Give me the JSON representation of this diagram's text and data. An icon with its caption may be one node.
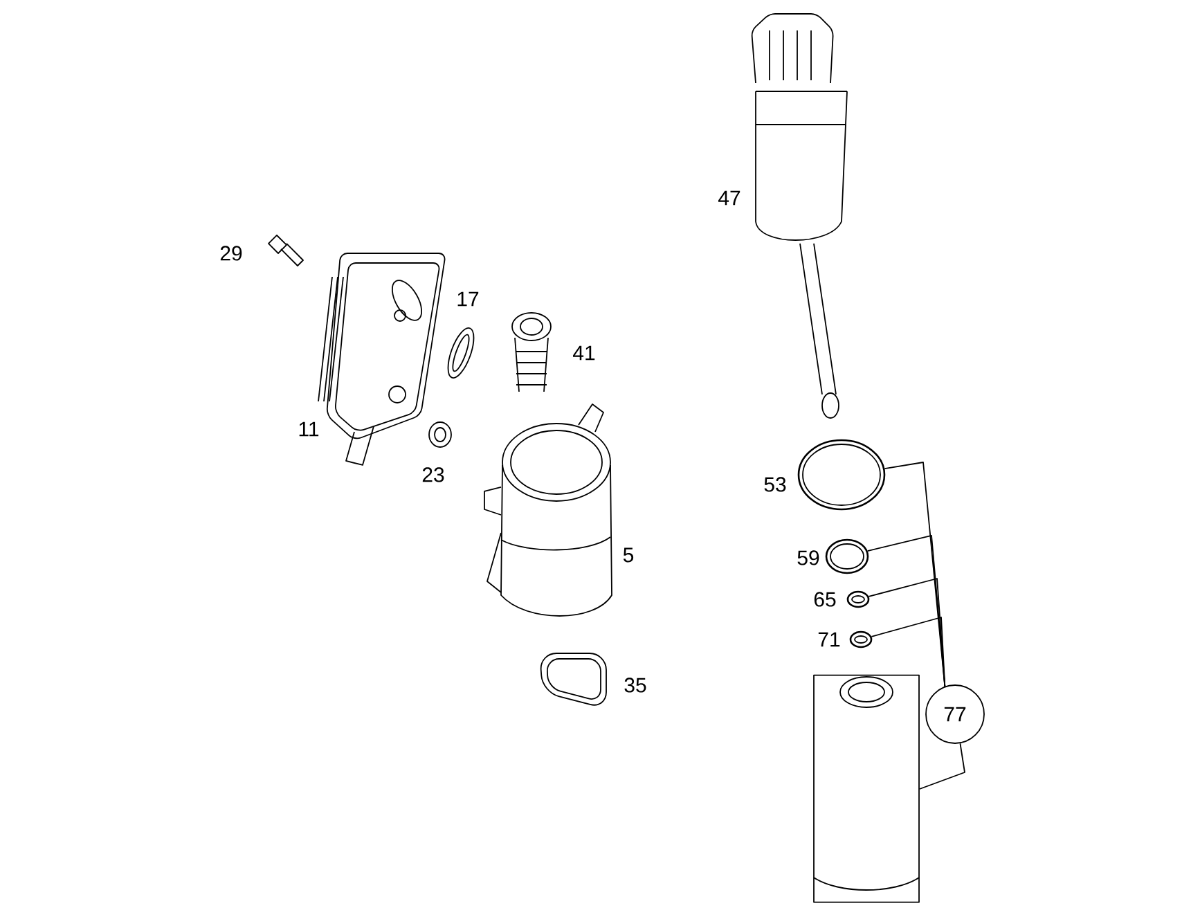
{
  "diagram": {
    "nodes": [
      {
        "text": [
          "77"
        ]
      },
      {
        "text": [],
        "shape": "circle",
        "beside": [
          "53"
        ]
      },
      {
        "text": [],
        "shape": "circle",
        "beside": [
          "59"
        ]
      },
      {
        "text": [],
        "shape": "circle",
        "beside": [
          "65"
        ]
      },
      {
        "text": [],
        "shape": "circle",
        "beside": [
          "71"
        ]
      },
      {
        "text": [],
        "shape": "cylinder"
      }
    ],
    "edges": [
      {
        "from": 0,
        "to": 1,
        "arrow": "none"
      },
      {
        "from": 0,
        "to": 2,
        "arrow": "none"
      },
      {
        "from": 0,
        "to": 3,
        "arrow": "none"
      },
      {
        "from": 0,
        "to": 4,
        "arrow": "none"
      },
      {
        "from": 0,
        "to": 5,
        "arrow": "none"
      }
    ],
    "labels": [
      "47",
      "29",
      "17",
      "41",
      "11",
      "23",
      "5",
      "35"
    ]
  }
}
